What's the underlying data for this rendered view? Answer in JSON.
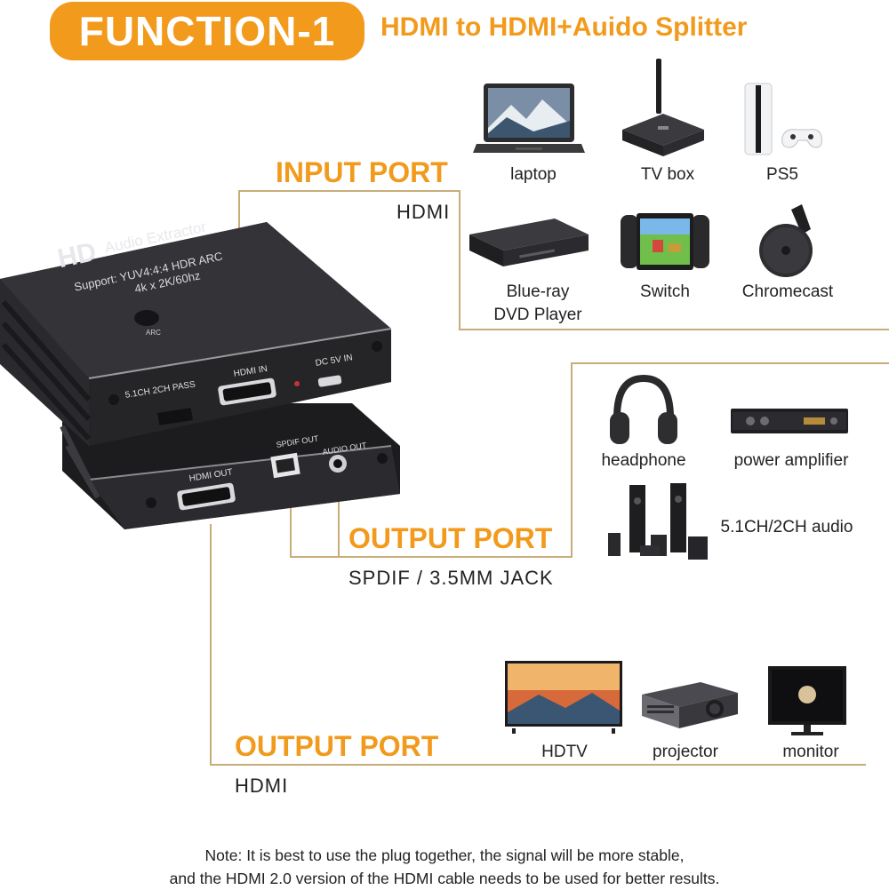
{
  "header": {
    "badge": "FUNCTION-1",
    "subtitle": "HDMI to HDMI+Auido Splitter"
  },
  "input_port": {
    "title": "INPUT PORT",
    "sub": "HDMI",
    "devices": [
      "laptop",
      "TV box",
      "PS5",
      "Blue-ray\nDVD Player",
      "Switch",
      "Chromecast"
    ]
  },
  "output_audio": {
    "title": "OUTPUT PORT",
    "sub": "SPDIF / 3.5MM JACK",
    "devices": [
      "headphone",
      "power amplifier",
      "5.1CH/2CH audio"
    ]
  },
  "output_hdmi": {
    "title": "OUTPUT PORT",
    "sub": "HDMI",
    "devices": [
      "HDTV",
      "projector",
      "monitor"
    ]
  },
  "product": {
    "brand": "HD",
    "name": "Audio Extractor",
    "support": "Support: YUV4:4:4 HDR ARC",
    "resolution": "4k x 2K/60hz",
    "arc": "ARC",
    "pass": "5.1CH 2CH PASS",
    "hdmi_in": "HDMI IN",
    "dc_in": "DC 5V IN",
    "hdmi_out": "HDMI OUT",
    "spdif_out": "SPDIF OUT",
    "audio_out": "AUDIO OUT"
  },
  "note": {
    "line1": "Note: It is best to use the plug together, the signal will be more stable,",
    "line2": "and the HDMI 2.0 version of the HDMI cable needs to be used for better results."
  },
  "colors": {
    "accent": "#f29a1c",
    "connector": "#c8ad7a",
    "device_body": "#2b2b2e"
  }
}
